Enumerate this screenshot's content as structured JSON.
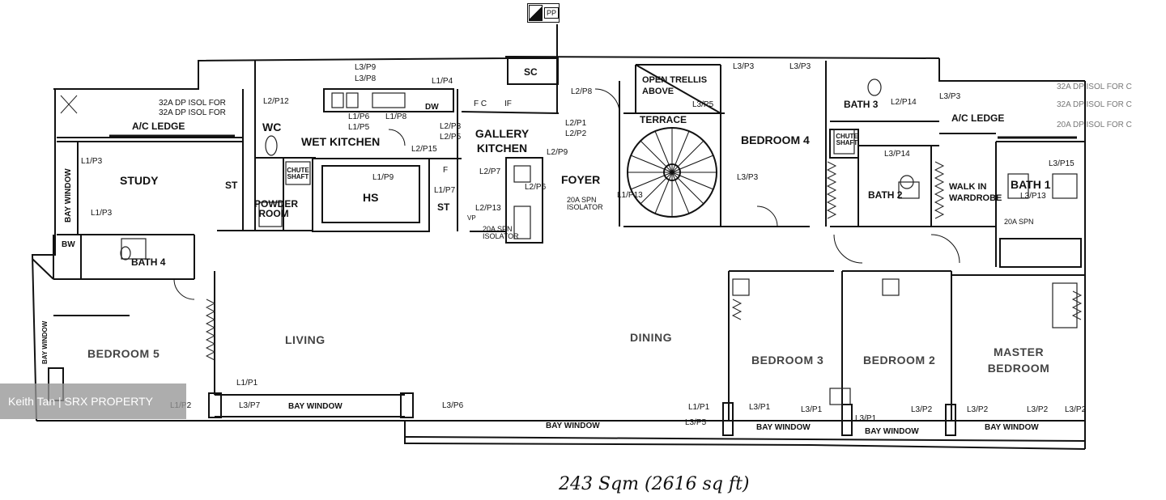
{
  "legend_mark": "PP",
  "rooms": {
    "study": "STUDY",
    "st_left": "ST",
    "wc": "WC",
    "wet_kitchen": "WET KITCHEN",
    "chute_shaft": "CHUTE SHAFT",
    "hs": "HS",
    "powder_room": "POWDER ROOM",
    "st_mid": "ST",
    "gallery_kitchen": "GALLERY KITCHEN",
    "foyer": "FOYER",
    "sc": "SC",
    "open_trellis": "OPEN TRELLIS ABOVE",
    "terrace": "TERRACE",
    "bedroom4": "BEDROOM 4",
    "bath3": "BATH 3",
    "chute_shaft2": "CHUTE SHAFT",
    "bath2": "BATH 2",
    "walk_in": "WALK IN WARDROBE",
    "bath1": "BATH 1",
    "ac_ledge_left": "A/C LEDGE",
    "ac_ledge_right": "A/C LEDGE",
    "bath4": "BATH 4",
    "bedroom5": "BEDROOM 5",
    "living": "LIVING",
    "dining": "DINING",
    "bedroom3": "BEDROOM 3",
    "bedroom2": "BEDROOM 2",
    "master_bedroom": "MASTER BEDROOM",
    "bw": "BW",
    "bay_window_vert": "BAY WINDOW",
    "bay_window_vert2": "BAY WINDOW",
    "bay_window_1": "BAY WINDOW",
    "bay_window_2": "BAY WINDOW",
    "bay_window_3": "BAY WINDOW",
    "bay_window_4": "BAY WINDOW",
    "bay_window_5": "BAY WINDOW"
  },
  "annotations": {
    "isol_1": "32A DP ISOL FOR",
    "isol_2": "32A DP ISOL FOR",
    "isol_r1": "32A DP ISOL FOR C",
    "isol_r2": "32A DP ISOL FOR C",
    "isol_r3": "20A DP ISOL FOR C",
    "spn_foyer": "20A SPN ISOLATOR",
    "spn_kitchen": "20A SPN ISOLATOR",
    "spn_bath1": "20A SPN",
    "l3p3_a": "L3/P3",
    "l1p3_a": "L1/P3",
    "l1p3_b": "L1/P3",
    "l3p9": "L3/P9",
    "l3p8": "L3/P8",
    "l1p4": "L1/P4",
    "l2p12": "L2/P12",
    "l1p6": "L1/P6",
    "l1p5": "L1/P5",
    "l1p8": "L1/P8",
    "l2p3": "L2/P3",
    "l2p5": "L2/P5",
    "l2p15": "L2/P15",
    "l1p9": "L1/P9",
    "l2p8": "L2/P8",
    "l2p1": "L2/P1",
    "l2p2": "L2/P2",
    "l2p9": "L2/P9",
    "l2p7": "L2/P7",
    "l1p7": "L1/P7",
    "l2p6": "L2/P6",
    "l2p13": "L2/P13",
    "l1p13": "L1/P13",
    "l3p3_b": "L3/P3",
    "l3p5": "L3/P5",
    "l3p3_c": "L3/P3",
    "l3p3_d": "L3/P3",
    "l2p14": "L2/P14",
    "l3p14": "L3/P14",
    "l3p15": "L3/P15",
    "l3p13": "L3/P13",
    "l1p1_a": "L1/P1",
    "l1p2": "L1/P2",
    "l3p7": "L3/P7",
    "l3p6": "L3/P6",
    "l1p1_b": "L1/P1",
    "l3p1_a": "L3/P1",
    "l3p5_b": "L3/P5",
    "l3p1_b": "L3/P1",
    "l3p1_c": "L3/P1",
    "l3p2_a": "L3/P2",
    "l3p2_b": "L3/P2",
    "l3p2_c": "L3/P2",
    "l3p2_d": "L3/P2",
    "vp": "VP",
    "dw": "DW",
    "fc": "F C",
    "if": "IF",
    "fr": "F"
  },
  "watermark": "Keith Tan | SRX PROPERTY",
  "area_note": "243 Sqm (2616 sq ft)"
}
